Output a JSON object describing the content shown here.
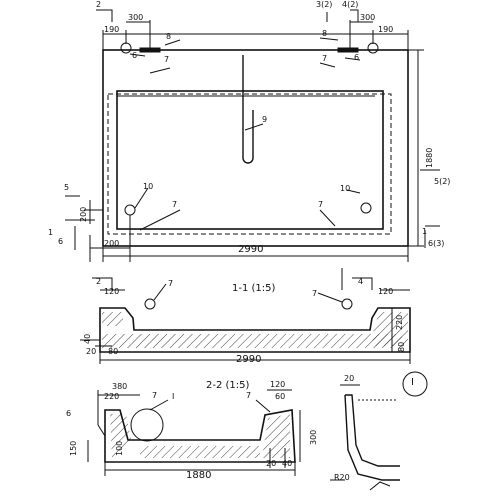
{
  "plan": {
    "dim_total_length": "2990",
    "dim_total_width": "1880",
    "dim_offset_left": "190",
    "dim_offset_right": "190",
    "dim_spacing_left": "300",
    "dim_spacing_right": "300",
    "dim_corner_w": "200",
    "dim_corner_h": "200",
    "cut_2_top": "2",
    "cut_3_top": "3(2)",
    "cut_4_top": "4(2)",
    "cut_5_left": "5",
    "cut_5_right": "5(2)",
    "cut_1_left": "1",
    "cut_6_left": "6",
    "cut_1_right": "1",
    "cut_6_right": "6(3)",
    "pos_8_left": "8",
    "pos_8_right": "8",
    "pos_6_left": "6",
    "pos_6_right": "6",
    "pos_7_top_left": "7",
    "pos_7_top_right": "7",
    "pos_9": "9",
    "pos_10_left": "10",
    "pos_10_right": "10",
    "pos_7_bottom_left": "7",
    "pos_7_bottom_right": "7"
  },
  "section_1": {
    "title": "1-1 (1:5)",
    "dim_length": "2990",
    "dim_left_top": "120",
    "dim_right_top": "120",
    "dim_right_height": "220",
    "dim_bottom_right": "80",
    "dim_left_40": "40",
    "dim_left_20": "20",
    "dim_left_80": "80",
    "cut_2": "2",
    "cut_4": "4",
    "pos_7_left": "7",
    "pos_7_right": "7"
  },
  "section_2": {
    "title": "2-2 (1:5)",
    "dim_length": "1880",
    "dim_380": "380",
    "dim_220": "220",
    "dim_120": "120",
    "dim_60": "60",
    "dim_300": "300",
    "dim_150": "150",
    "dim_100": "100",
    "dim_20": "20",
    "dim_40": "40",
    "pos_6": "6",
    "pos_7_left": "7",
    "pos_7_right": "7",
    "detail_mark": "I"
  },
  "detail": {
    "mark": "I",
    "dim_20": "20",
    "radius": "R20"
  }
}
